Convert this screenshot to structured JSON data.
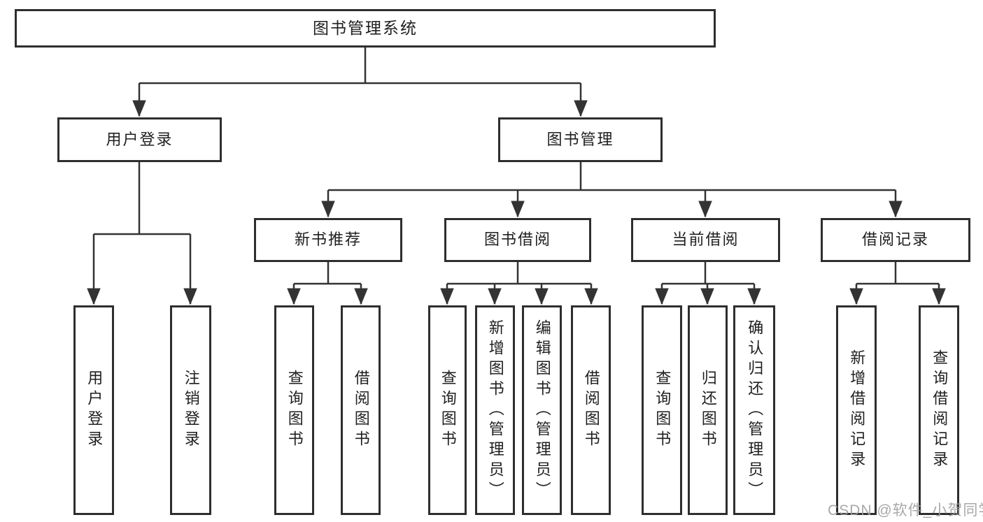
{
  "diagram": {
    "title": "图书管理系统",
    "root": {
      "label": "图书管理系统"
    },
    "level2": [
      {
        "label": "用户登录"
      },
      {
        "label": "图书管理"
      }
    ],
    "level3": [
      {
        "label": "新书推荐"
      },
      {
        "label": "图书借阅"
      },
      {
        "label": "当前借阅"
      },
      {
        "label": "借阅记录"
      }
    ],
    "leaves": {
      "user_login": [
        "用户登录",
        "注销登录"
      ],
      "new_book": [
        "查询图书",
        "借阅图书"
      ],
      "book_borrow": [
        "查询图书",
        "新增图书（管理员）",
        "编辑图书（管理员）",
        "借阅图书"
      ],
      "current_borrow": [
        "查询图书",
        "归还图书",
        "确认归还（管理员）"
      ],
      "borrow_record": [
        "新增借阅记录",
        "查询借阅记录"
      ]
    },
    "colors": {
      "line": "#333333",
      "box_border": "#2e2e2e",
      "text": "#1f1f1f",
      "watermark": "#9e9e9e"
    }
  },
  "watermark": {
    "text": "CSDN @软件_小贺同学"
  }
}
